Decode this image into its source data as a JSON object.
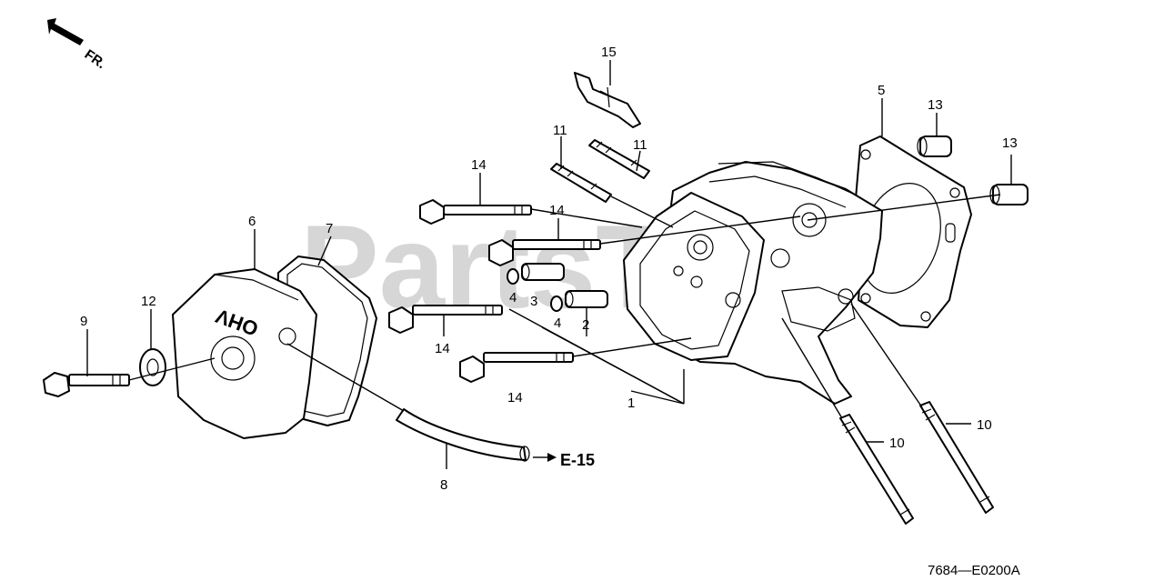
{
  "direction": {
    "label": "FR."
  },
  "watermark": "PartsTr",
  "cover_text": "OHV",
  "ref_label": "E-15",
  "diagram_code": "7684—E0200A",
  "callouts": [
    {
      "id": "c15",
      "text": "15"
    },
    {
      "id": "c11a",
      "text": "11"
    },
    {
      "id": "c11b",
      "text": "11"
    },
    {
      "id": "c5",
      "text": "5"
    },
    {
      "id": "c13a",
      "text": "13"
    },
    {
      "id": "c13b",
      "text": "13"
    },
    {
      "id": "c14a",
      "text": "14"
    },
    {
      "id": "c14b",
      "text": "14"
    },
    {
      "id": "c14c",
      "text": "14"
    },
    {
      "id": "c14d",
      "text": "14"
    },
    {
      "id": "c6",
      "text": "6"
    },
    {
      "id": "c7",
      "text": "7"
    },
    {
      "id": "c12",
      "text": "12"
    },
    {
      "id": "c9",
      "text": "9"
    },
    {
      "id": "c4a",
      "text": "4"
    },
    {
      "id": "c3",
      "text": "3"
    },
    {
      "id": "c4b",
      "text": "4"
    },
    {
      "id": "c2",
      "text": "2"
    },
    {
      "id": "c1",
      "text": "1"
    },
    {
      "id": "c8",
      "text": "8"
    },
    {
      "id": "c10a",
      "text": "10"
    },
    {
      "id": "c10b",
      "text": "10"
    }
  ]
}
